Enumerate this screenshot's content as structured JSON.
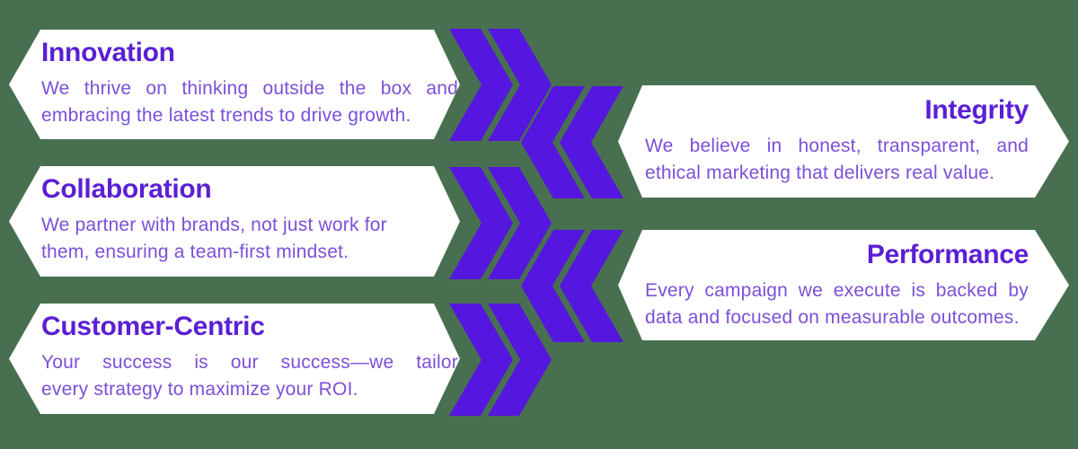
{
  "colors": {
    "background": "#487050",
    "card_bg": "#FFFFFF",
    "chevron": "#5517E0",
    "heading": "#5B1FD4",
    "body": "#7B50D8"
  },
  "cards": [
    {
      "title": "Innovation",
      "lines": [
        "We thrive on thinking outside the box and",
        "embracing the latest trends to drive growth."
      ]
    },
    {
      "title": "Collaboration",
      "lines": [
        "We partner with brands, not just work for",
        "them, ensuring a team-first mindset."
      ]
    },
    {
      "title": "Customer-Centric",
      "lines": [
        "Your success is our success—we tailor",
        "every strategy to maximize your ROI."
      ]
    },
    {
      "title": "Integrity",
      "lines": [
        "We believe in honest, transparent, and",
        "ethical marketing that delivers real value."
      ]
    },
    {
      "title": "Performance",
      "lines": [
        "Every campaign we execute is backed by",
        "data and focused on measurable outcomes."
      ]
    }
  ],
  "decorations": {
    "right_chevrons_count": 3,
    "left_chevrons_count": 2
  }
}
